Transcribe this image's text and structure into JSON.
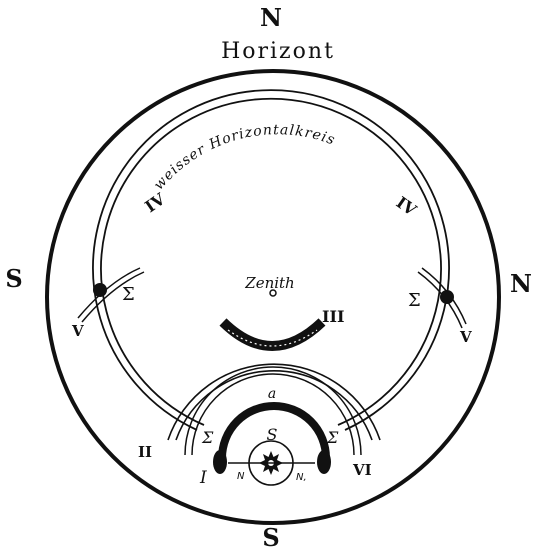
{
  "directions": {
    "north": "N",
    "south": "S",
    "west": "S",
    "east": "N"
  },
  "labels": {
    "horizon": "Horizont",
    "white_circle": "weisser Horizontalkreis",
    "zenith": "Zenith",
    "sigma": "Σ",
    "sun": "S",
    "arc_a": "a",
    "point_n": "N",
    "point_n1": "N,"
  },
  "roman": {
    "i": "I",
    "ii": "II",
    "iii": "III",
    "iv": "IV",
    "v": "V",
    "vi": "VI"
  }
}
